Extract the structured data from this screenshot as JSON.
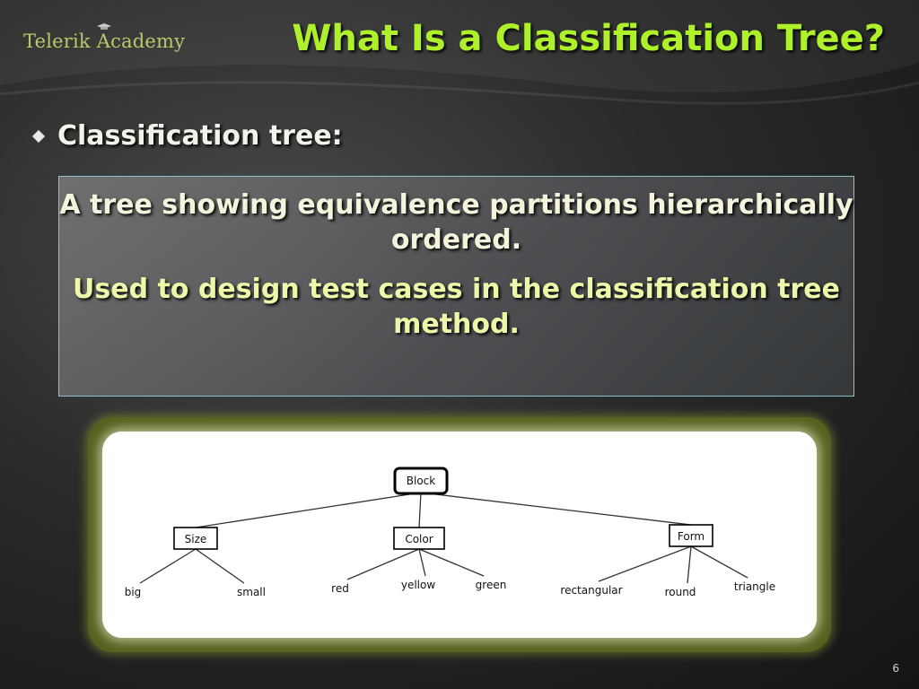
{
  "header": {
    "logo_text": "Telerik Academy",
    "title": "What Is a Classification Tree?"
  },
  "bullet": {
    "text": "Classification tree:"
  },
  "definition": {
    "line1": "A tree showing equivalence partitions hierarchically ordered.",
    "line2": "Used to design test cases in the classification tree method."
  },
  "tree": {
    "root": "Block",
    "classifications": [
      {
        "label": "Size",
        "classes": [
          "big",
          "small"
        ]
      },
      {
        "label": "Color",
        "classes": [
          "red",
          "yellow",
          "green"
        ]
      },
      {
        "label": "Form",
        "classes": [
          "rectangular",
          "round",
          "triangle"
        ]
      }
    ]
  },
  "footer": {
    "page_number": "6"
  },
  "colors": {
    "title": "#aef02a",
    "frame": "#55611e",
    "box_border": "#8fc1c9"
  }
}
